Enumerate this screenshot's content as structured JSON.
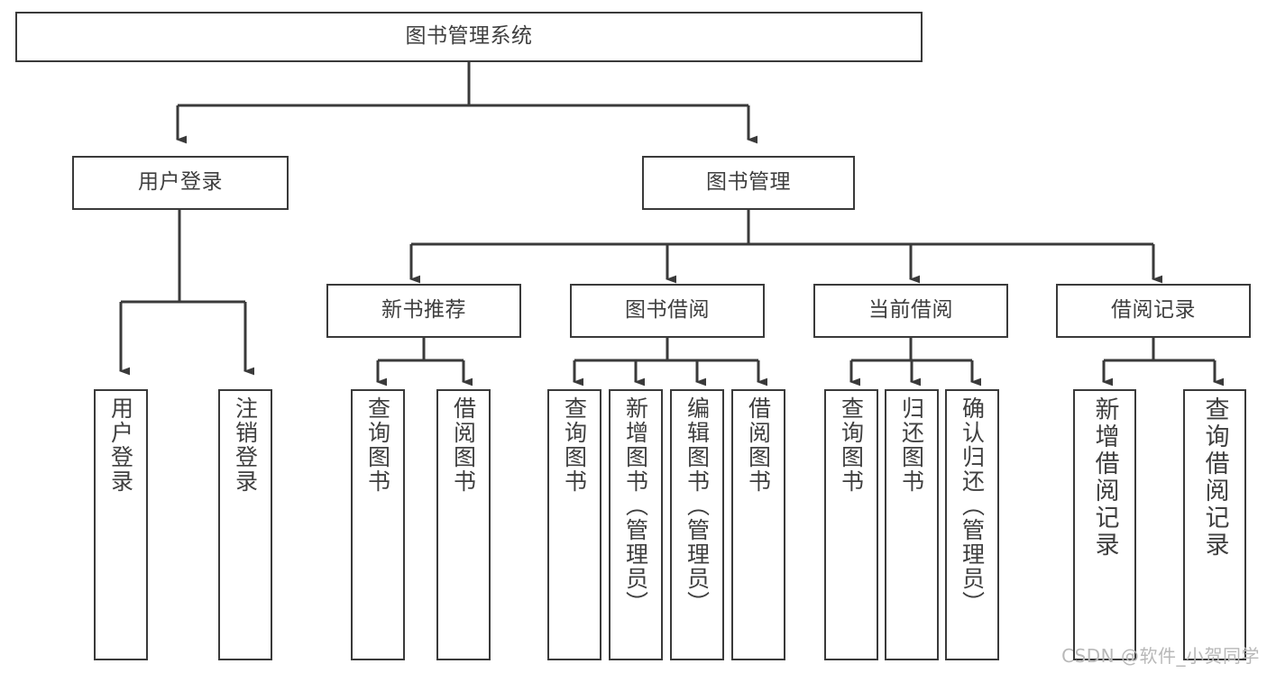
{
  "diagram": {
    "title": "图书管理系统",
    "type": "tree-hierarchy-diagram",
    "watermark": "CSDN @软件_小贺同学",
    "colors": {
      "box_border": "#3a3a3a",
      "edge": "#3a3a3a",
      "text": "#3f3f3f",
      "background": "#ffffff",
      "watermark": "#b8b8b8"
    },
    "root": {
      "label": "图书管理系统"
    },
    "level2": [
      {
        "label": "用户登录"
      },
      {
        "label": "图书管理"
      }
    ],
    "level3": [
      {
        "label": "新书推荐"
      },
      {
        "label": "图书借阅"
      },
      {
        "label": "当前借阅"
      },
      {
        "label": "借阅记录"
      }
    ],
    "leaves": {
      "user_login": [
        {
          "label": "用户登录"
        },
        {
          "label": "注销登录"
        }
      ],
      "new_book_recommend": [
        {
          "label": "查询图书"
        },
        {
          "label": "借阅图书"
        }
      ],
      "book_borrow": [
        {
          "label": "查询图书"
        },
        {
          "label": "新增图书（管理员）"
        },
        {
          "label": "编辑图书（管理员）"
        },
        {
          "label": "借阅图书"
        }
      ],
      "current_borrow": [
        {
          "label": "查询图书"
        },
        {
          "label": "归还图书"
        },
        {
          "label": "确认归还（管理员）"
        }
      ],
      "borrow_records": [
        {
          "label": "新增借阅记录"
        },
        {
          "label": "查询借阅记录"
        }
      ]
    }
  }
}
